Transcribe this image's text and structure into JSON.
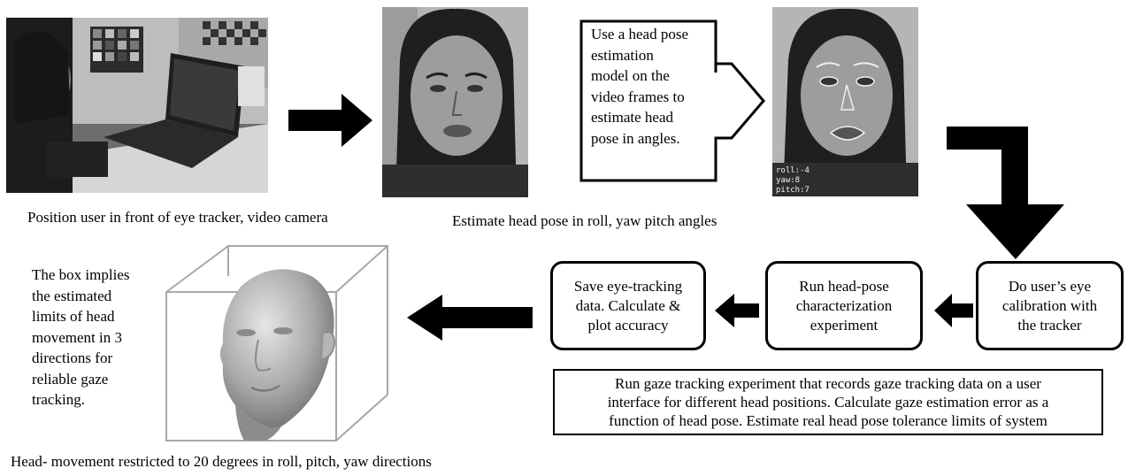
{
  "steps": {
    "step1_caption": "Position user in front of eye tracker, video camera",
    "step2_caption": "Estimate head pose in roll, yaw pitch angles",
    "callout": [
      "Use a head pose",
      "estimation",
      "model on the",
      "video frames to",
      "estimate head",
      "pose in angles."
    ],
    "overlay": [
      "roll:-4",
      "yaw:8",
      "pitch:7"
    ],
    "calibration": [
      "Do user’s eye",
      "calibration with",
      "the tracker"
    ],
    "characterization": [
      "Run head-pose",
      "characterization",
      "experiment"
    ],
    "save": [
      "Save eye-tracking",
      "data. Calculate &",
      "plot accuracy"
    ],
    "gaze_experiment": [
      "Run gaze tracking experiment that records gaze tracking data on a user",
      "interface for different head positions. Calculate gaze estimation error as a",
      "function of head pose. Estimate real head pose tolerance limits of system"
    ],
    "box_note": [
      "The box implies",
      "the estimated",
      "limits of head",
      "movement in 3",
      "directions for",
      "reliable gaze",
      "tracking."
    ],
    "final_caption": "Head- movement restricted to 20 degrees in roll, pitch, yaw directions"
  },
  "colors": {
    "ink": "#000000",
    "photo_dark": "#2a2a2a",
    "photo_mid": "#8a8a8a",
    "head_gray": "#9a9a9a"
  },
  "icons": {
    "arrow": "block-arrow",
    "callout_arrow": "outlined-arrow-callout"
  }
}
